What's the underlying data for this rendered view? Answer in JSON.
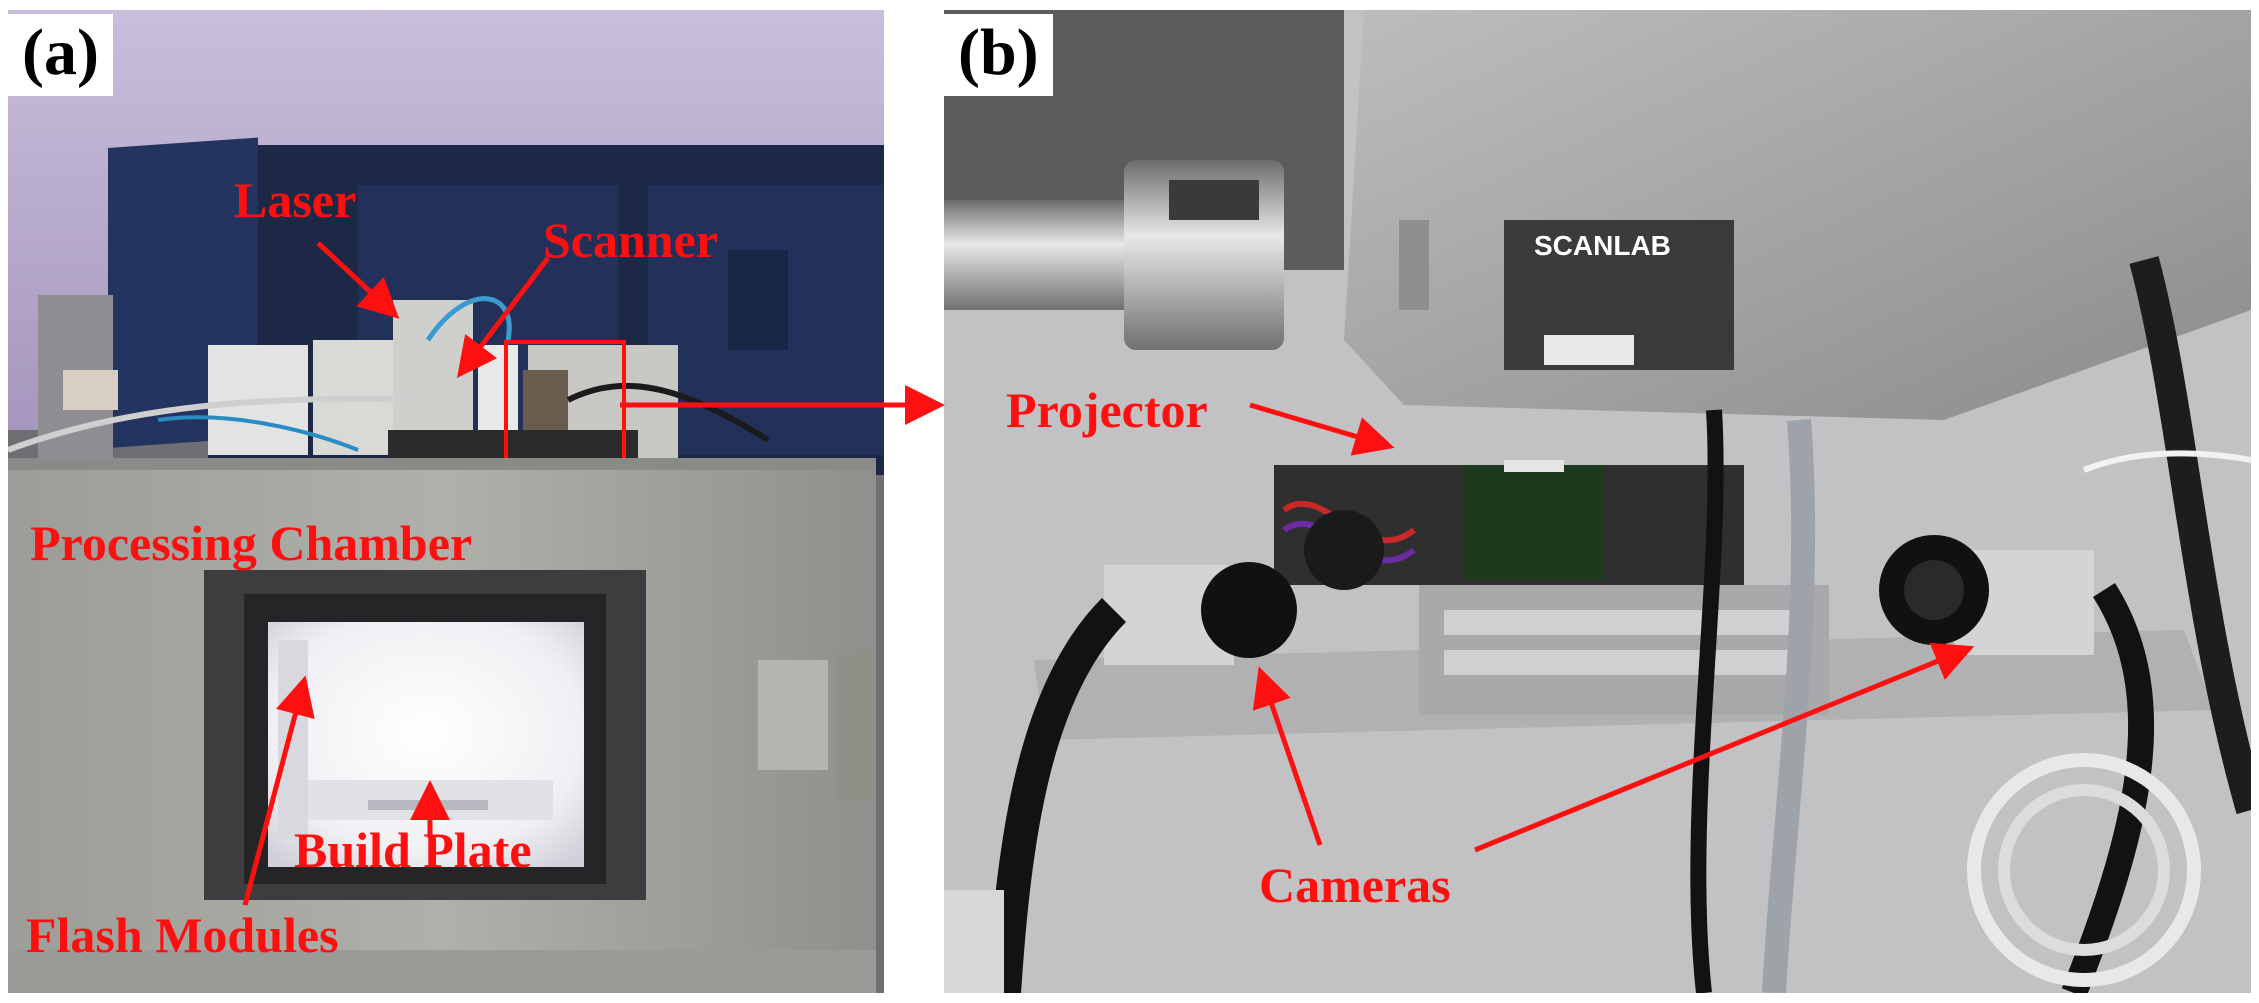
{
  "panels": {
    "a": {
      "letter": "(a)",
      "labels": {
        "laser": "Laser",
        "scanner": "Scanner",
        "processing_chamber": "Processing Chamber",
        "build_plate": "Build Plate",
        "flash_modules": "Flash Modules"
      }
    },
    "b": {
      "letter": "(b)",
      "labels": {
        "projector": "Projector",
        "cameras": "Cameras"
      },
      "scanner_brand": "SCANLAB"
    }
  },
  "colors": {
    "annotation": "#ff1010",
    "wall": "#b5a6c9",
    "door": "#1f2c4e",
    "chamber": "#a3a3a0",
    "glow": "#f6f6f8",
    "metal": "#c9c9cb"
  }
}
